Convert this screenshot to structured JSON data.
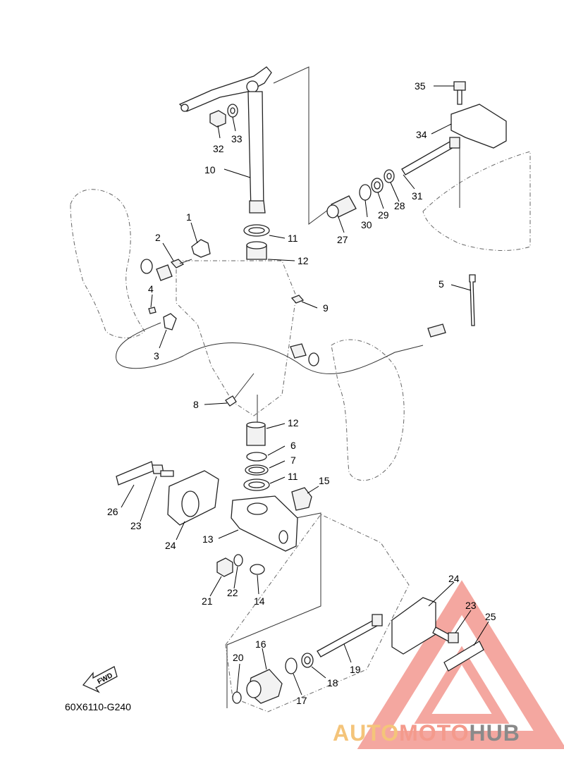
{
  "diagram": {
    "doc_code": "60X6110-G240",
    "fwd_label": "FWD",
    "watermark": {
      "part1": "AUTO",
      "part2": "MOTO",
      "part3": "HUB"
    },
    "callouts": {
      "c1": "1",
      "c2": "2",
      "c3": "3",
      "c4": "4",
      "c5": "5",
      "c6": "6",
      "c7": "7",
      "c8": "8",
      "c9": "9",
      "c10": "10",
      "c11a": "11",
      "c11b": "11",
      "c12a": "12",
      "c12b": "12",
      "c13": "13",
      "c14": "14",
      "c15": "15",
      "c16": "16",
      "c17": "17",
      "c18": "18",
      "c19": "19",
      "c20": "20",
      "c21": "21",
      "c22": "22",
      "c23a": "23",
      "c23b": "23",
      "c24a": "24",
      "c24b": "24",
      "c25": "25",
      "c26": "26",
      "c27": "27",
      "c28": "28",
      "c29": "29",
      "c30": "30",
      "c31": "31",
      "c32": "32",
      "c33": "33",
      "c34": "34",
      "c35": "35"
    }
  }
}
